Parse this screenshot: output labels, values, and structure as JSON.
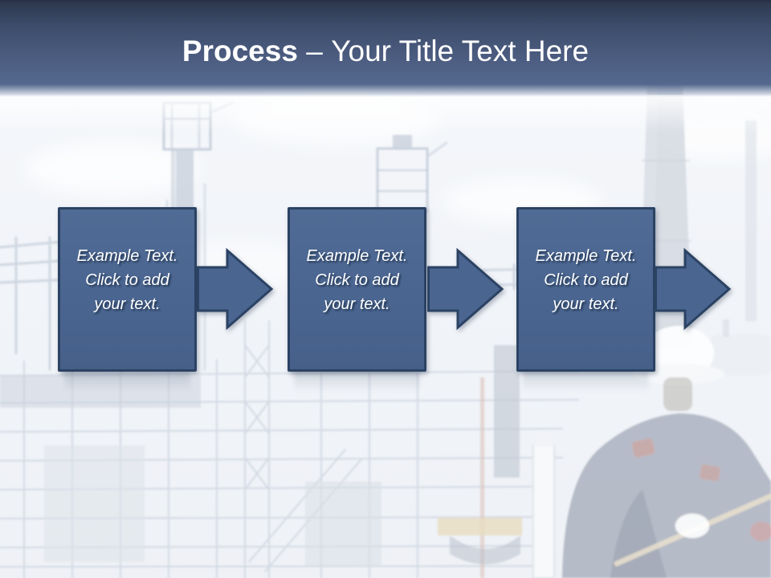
{
  "header": {
    "title_bold": "Process",
    "title_separator": "–",
    "title_rest": "Your Title Text Here"
  },
  "steps": [
    {
      "text": "Example Text.\nClick to add\nyour text."
    },
    {
      "text": "Example Text.\nClick to add\nyour text."
    },
    {
      "text": "Example Text.\nClick to add\nyour text."
    }
  ],
  "background_alt": "Faded photo of an oil refinery with distillation towers, chimney, scaffolding and a worker in a white hard hat",
  "colors": {
    "header_top": "#2e3950",
    "header_bottom": "#54688e",
    "box_fill": "#4a6590",
    "box_border": "#2b4263",
    "title_text": "#ffffff",
    "step_text": "#ffffff"
  }
}
